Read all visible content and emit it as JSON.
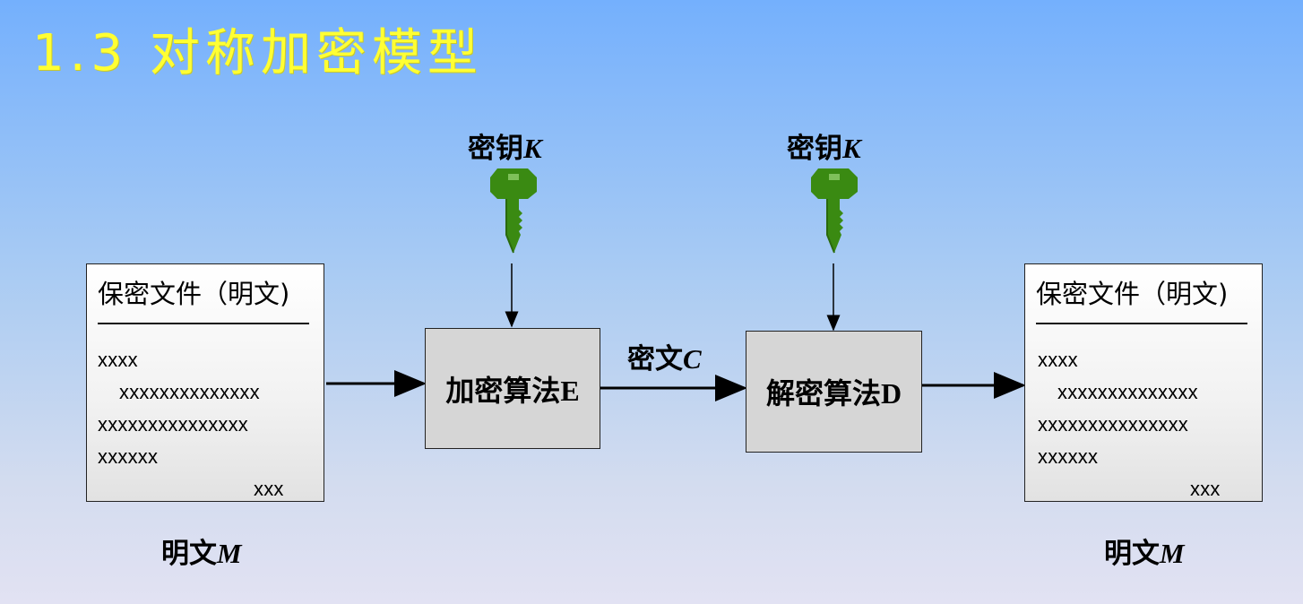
{
  "title": "1.3 对称加密模型",
  "key_label_prefix": "密钥",
  "key_label_var": "K",
  "plaintext_doc": {
    "title": "保密文件（明文)",
    "lines": [
      "xxxx",
      "xxxxxxxxxxxxxx",
      "xxxxxxxxxxxxxxx",
      "xxxxxx",
      "xxx"
    ]
  },
  "plaintext_label_prefix": "明文",
  "plaintext_label_var": "M",
  "encrypt_box": "加密算法E",
  "decrypt_box": "解密算法D",
  "ciphertext_label_prefix": "密文",
  "ciphertext_label_var": "C",
  "colors": {
    "title": "#ffff33",
    "key": "#3a8a12",
    "box": "#d6d6d6"
  }
}
